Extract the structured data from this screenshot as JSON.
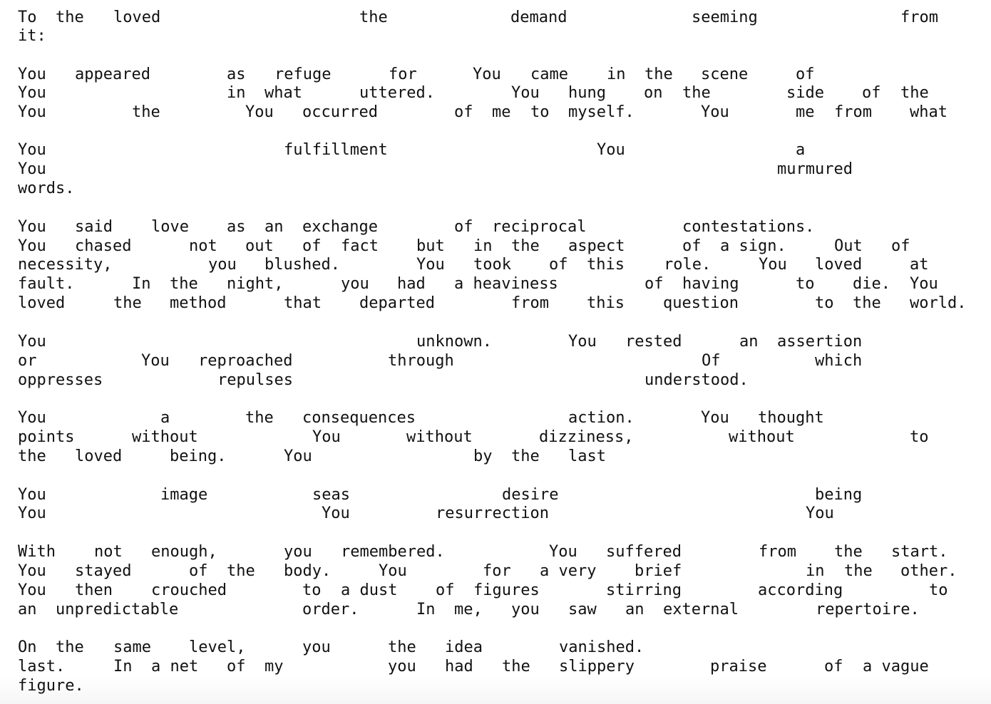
{
  "lines": [
    [
      "To",
      "the",
      "loved",
      "the",
      "demand",
      "seeming",
      "from"
    ],
    [
      "it:"
    ],
    [
      "You",
      "appeared",
      "as",
      "refuge",
      "for",
      "You",
      "came",
      "in",
      "the",
      "scene",
      "of"
    ],
    [
      "You",
      "in",
      "what",
      "uttered.",
      "You",
      "hung",
      "on",
      "the",
      "side",
      "of",
      "the"
    ],
    [
      "You",
      "the",
      "You",
      "occurred",
      "of",
      "me",
      "to",
      "myself.",
      "You",
      "me",
      "from",
      "what"
    ],
    [
      "You",
      "fulfillment",
      "You",
      "a"
    ],
    [
      "You",
      "murmured"
    ],
    [
      "words."
    ],
    [
      "You",
      "said",
      "love",
      "as",
      "an",
      "exchange",
      "of",
      "reciprocal",
      "contestations."
    ],
    [
      "You",
      "chased",
      "not",
      "out",
      "of",
      "fact",
      "but",
      "in",
      "the",
      "aspect",
      "of",
      "a sign.",
      "Out",
      "of"
    ],
    [
      "necessity,",
      "you",
      "blushed.",
      "You",
      "took",
      "of",
      "this",
      "role.",
      "You",
      "loved",
      "at"
    ],
    [
      "fault.",
      "In",
      "the",
      "night,",
      "you",
      "had",
      "a heaviness",
      "of",
      "having",
      "to",
      "die.",
      "You"
    ],
    [
      "loved",
      "the",
      "method",
      "that",
      "departed",
      "from",
      "this",
      "question",
      "to",
      "the",
      "world."
    ],
    [
      "You",
      "unknown.",
      "You",
      "rested",
      "an",
      "assertion"
    ],
    [
      "or",
      "You",
      "reproached",
      "through",
      "Of",
      "which"
    ],
    [
      "oppresses",
      "repulses",
      "understood."
    ],
    [
      "You",
      "a",
      "the",
      "consequences",
      "action.",
      "You",
      "thought"
    ],
    [
      "points",
      "without",
      "You",
      "without",
      "dizziness,",
      "without",
      "to"
    ],
    [
      "the",
      "loved",
      "being.",
      "You",
      "by",
      "the",
      "last"
    ],
    [
      "You",
      "image",
      "seas",
      "desire",
      "being"
    ],
    [
      "You",
      "You",
      "resurrection",
      "You"
    ],
    [
      "With",
      "not",
      "enough,",
      "you",
      "remembered.",
      "You",
      "suffered",
      "from",
      "the",
      "start."
    ],
    [
      "You",
      "stayed",
      "of",
      "the",
      "body.",
      "You",
      "for",
      "a very",
      "brief",
      "in",
      "the",
      "other."
    ],
    [
      "You",
      "then",
      "crouched",
      "to",
      "a dust",
      "of",
      "figures",
      "stirring",
      "according",
      "to"
    ],
    [
      "an",
      "unpredictable",
      "order.",
      "In",
      "me,",
      "you",
      "saw",
      "an",
      "external",
      "repertoire."
    ],
    [
      "On",
      "the",
      "same",
      "level,",
      "you",
      "the",
      "idea",
      "vanished."
    ],
    [
      "last.",
      "In",
      "a net",
      "of",
      "my",
      "you",
      "had",
      "the",
      "slippery",
      "praise",
      "of",
      "a vague"
    ],
    [
      "figure."
    ]
  ]
}
